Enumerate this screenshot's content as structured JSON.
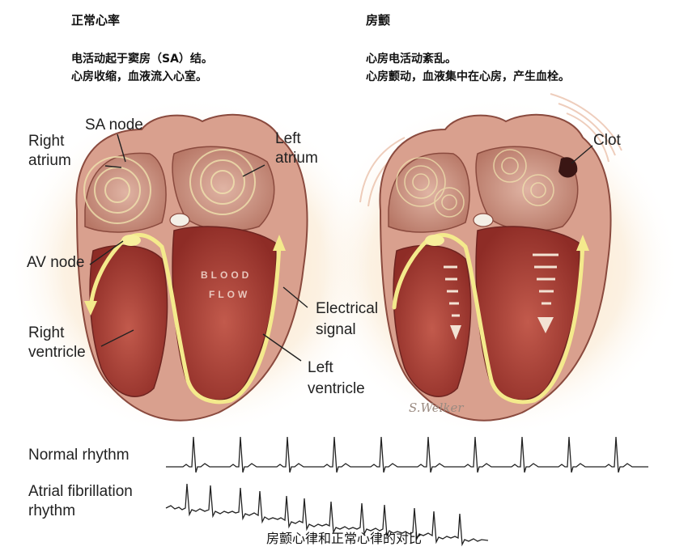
{
  "normal": {
    "title": "正常心率",
    "desc_line1": "电活动起于窦房（SA）结。",
    "desc_line2": "心房收缩，血液流入心室。"
  },
  "afib": {
    "title": "房颤",
    "desc_line1": "心房电活动紊乱。",
    "desc_line2": "心房颤动，血液集中在心房，产生血栓。"
  },
  "labels": {
    "sa_node": "SA node",
    "right_atrium_1": "Right",
    "right_atrium_2": "atrium",
    "left_atrium_1": "Left",
    "left_atrium_2": "atrium",
    "av_node": "AV node",
    "blood_flow_1": "BLOOD",
    "blood_flow_2": "FLOW",
    "electrical_1": "Electrical",
    "electrical_2": "signal",
    "right_ventricle_1": "Right",
    "right_ventricle_2": "ventricle",
    "left_ventricle_1": "Left",
    "left_ventricle_2": "ventricle",
    "clot": "Clot"
  },
  "signature": "S.Welker",
  "rhythms": {
    "normal_label": "Normal rhythm",
    "afib_label_1": "Atrial fibrillation",
    "afib_label_2": "rhythm"
  },
  "caption": "房颤心律和正常心律的对比",
  "colors": {
    "myocardium": "#b0453c",
    "chamber": "#c98e80",
    "signal": "#f3ea8a",
    "glow": "#f6d7a8"
  }
}
